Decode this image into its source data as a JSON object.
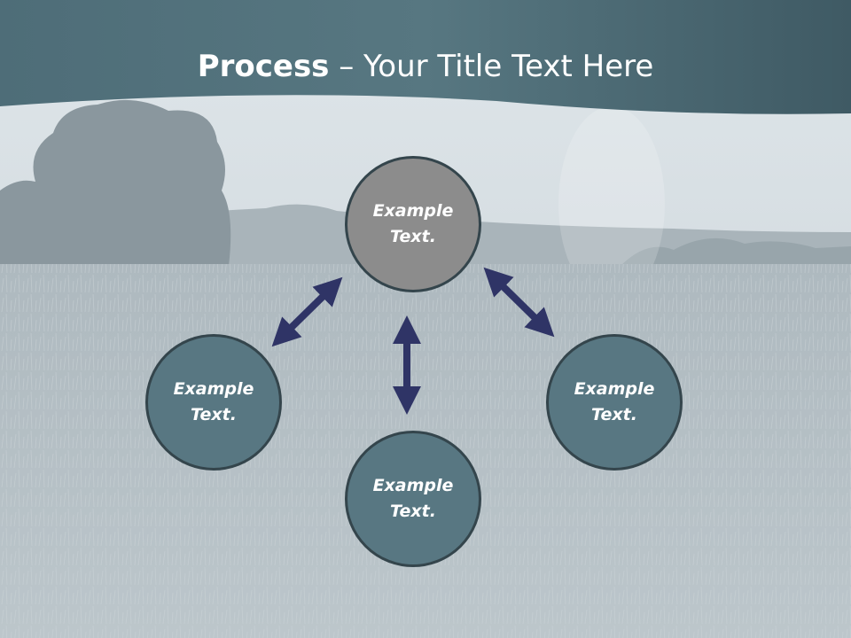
{
  "slide": {
    "title_bold": "Process",
    "title_rest": " – Your Title Text Here"
  },
  "nodes": [
    {
      "id": "top",
      "line1": "Example",
      "line2": "Text."
    },
    {
      "id": "left",
      "line1": "Example",
      "line2": "Text."
    },
    {
      "id": "bottom",
      "line1": "Example",
      "line2": "Text."
    },
    {
      "id": "right",
      "line1": "Example",
      "line2": "Text."
    }
  ],
  "colors": {
    "header": "#4d6b76",
    "node_primary": "#8c8c8c",
    "node_secondary": "#587782",
    "node_border": "#34454c",
    "arrow": "#2f3466"
  }
}
